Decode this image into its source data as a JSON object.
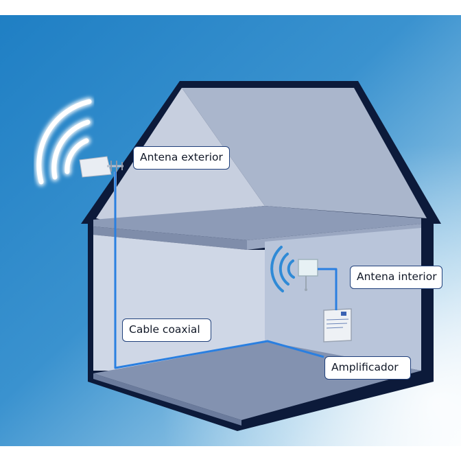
{
  "labels": {
    "antena_exterior": "Antena exterior",
    "antena_interior": "Antena interior",
    "cable_coaxial": "Cable coaxial",
    "amplificador": "Amplificador"
  },
  "colors": {
    "background_dark": "#2b86c6",
    "background_light": "#eaf4fb",
    "house_outline": "#0c1a3a",
    "cable": "#2a7fe0",
    "label_border": "#1f3f7a"
  },
  "icons": [
    "outdoor-antenna-icon",
    "indoor-antenna-icon",
    "amplifier-icon",
    "signal-waves-icon"
  ]
}
